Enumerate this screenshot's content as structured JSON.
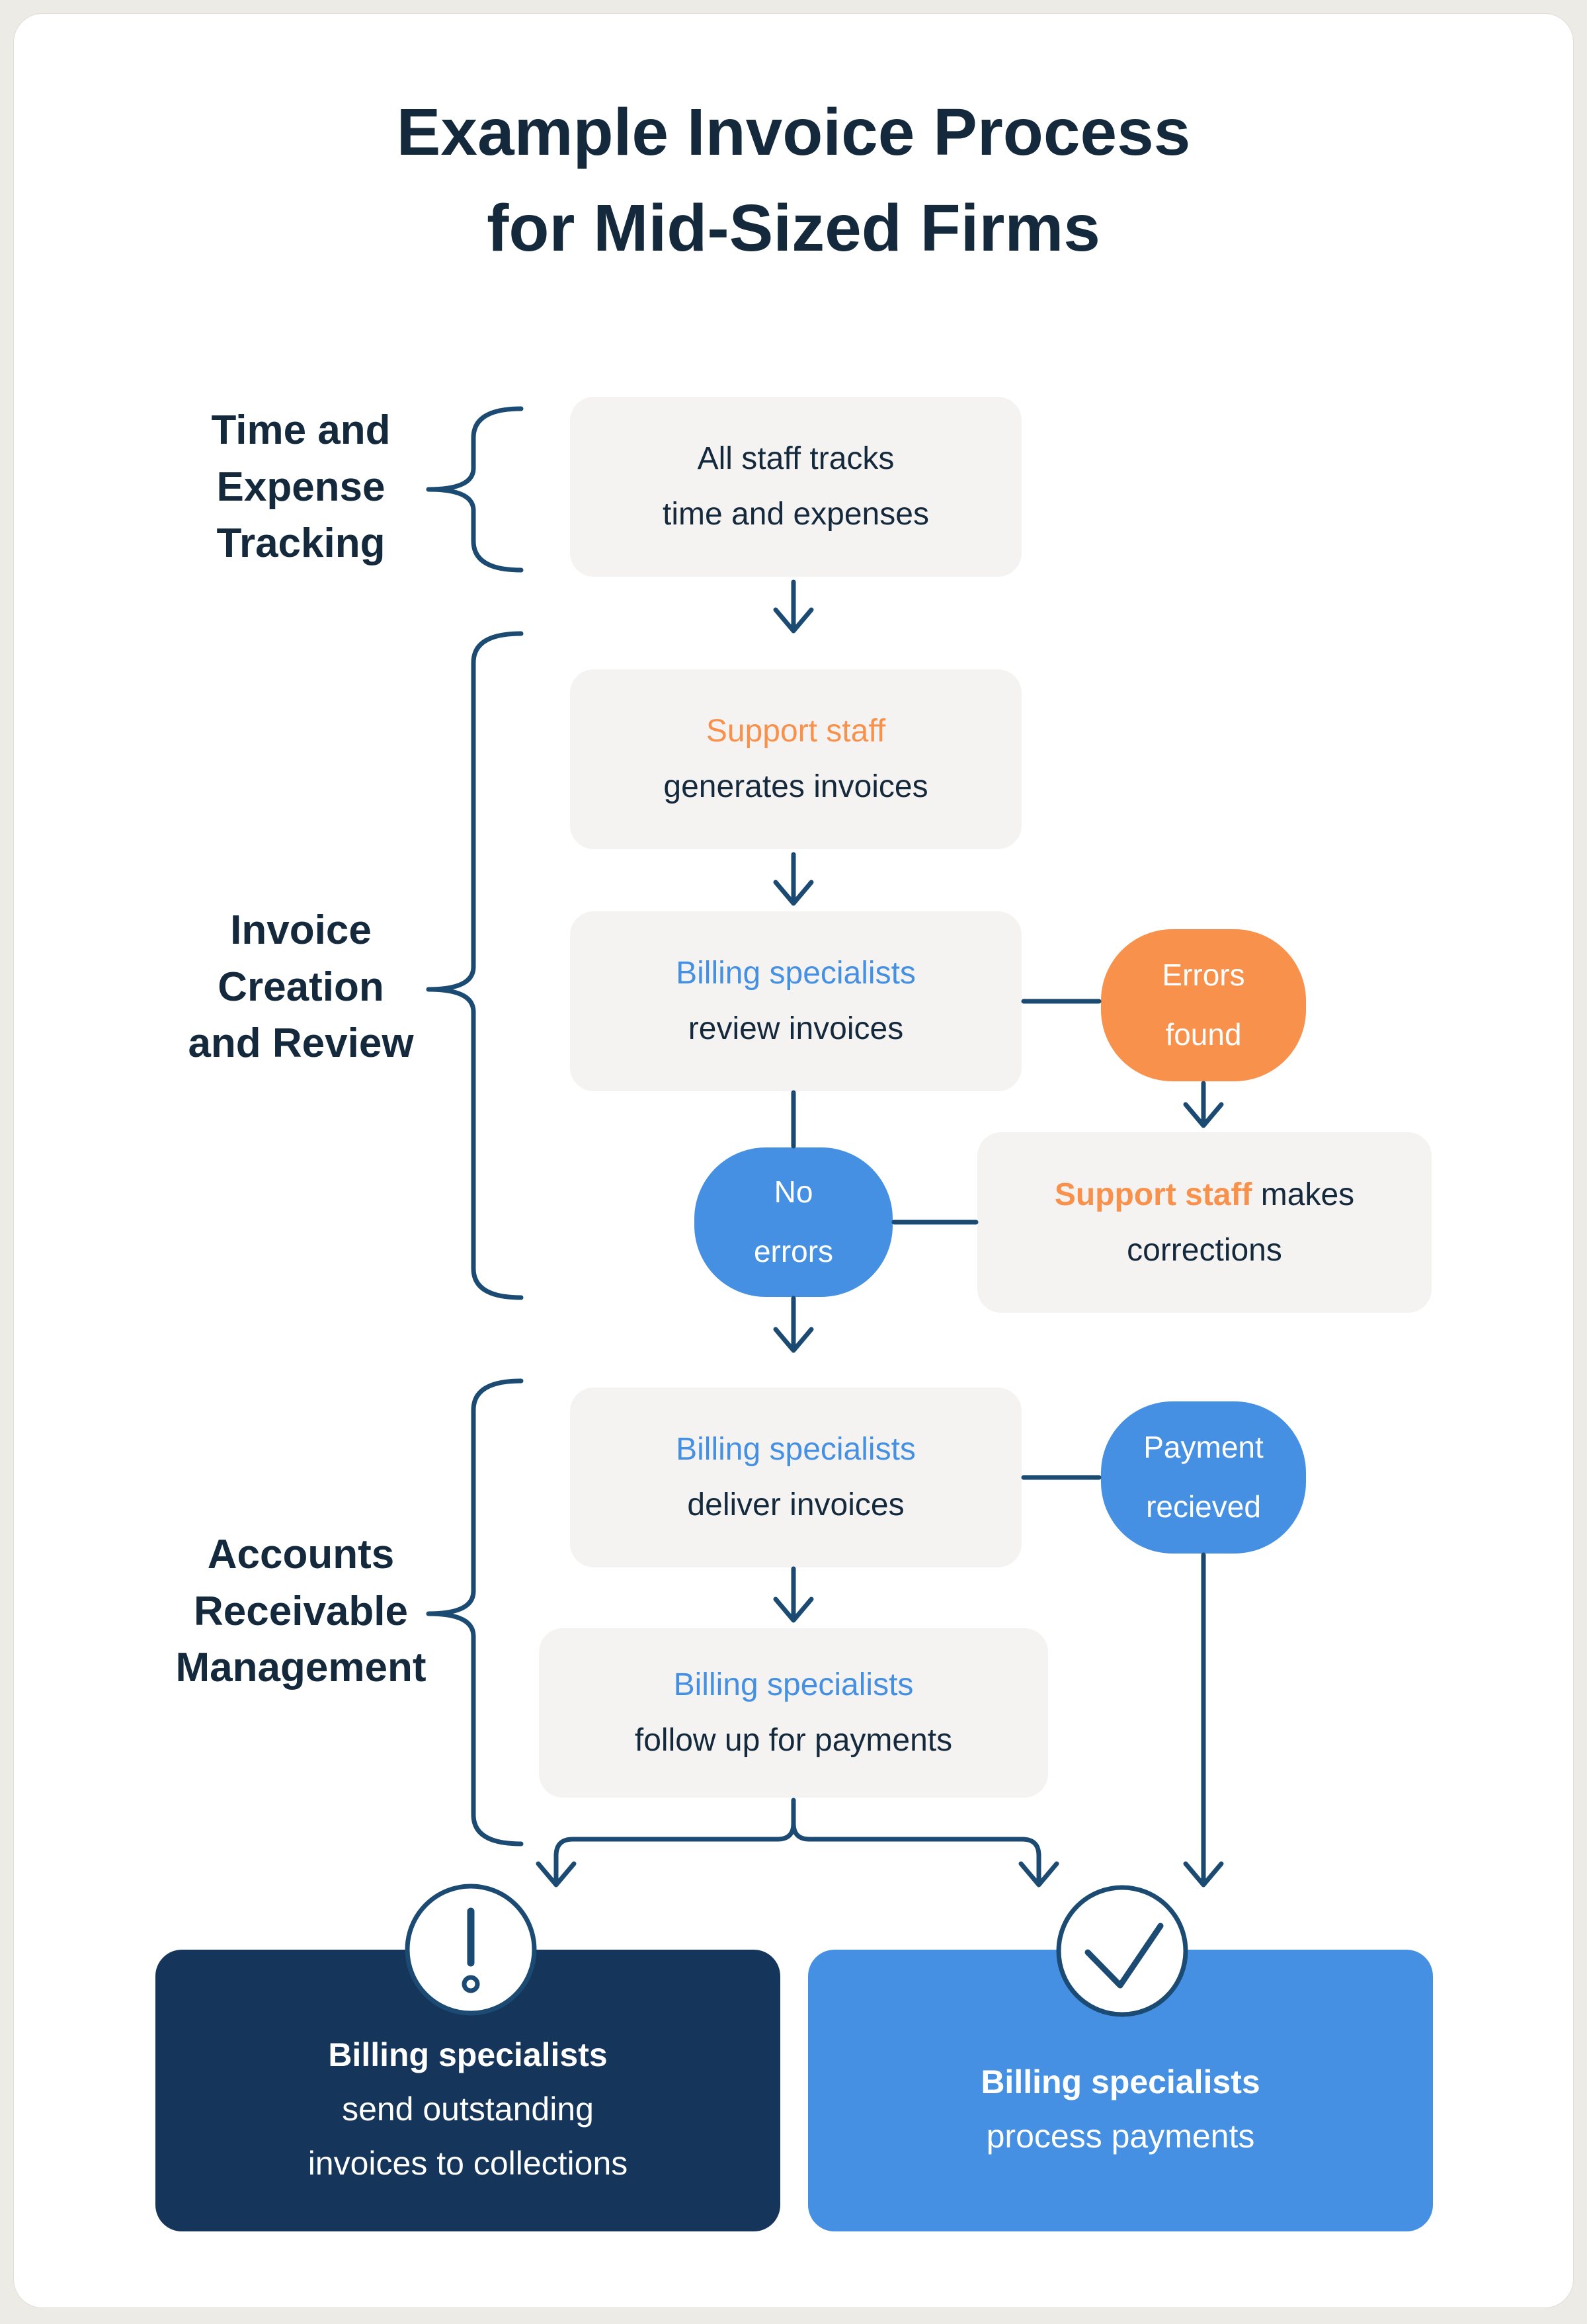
{
  "title": {
    "line1": "Example Invoice Process",
    "line2": "for Mid-Sized Firms"
  },
  "colors": {
    "navy_text": "#15293D",
    "connector": "#1B4A73",
    "orange": "#F8914C",
    "blue": "#4590E2",
    "light_box_bg": "#F4F3F1",
    "dark_box_bg": "#16355B",
    "page_bg": "#EDEBE6",
    "card_bg": "#FFFFFF"
  },
  "sections": {
    "tracking": {
      "line1": "Time and",
      "line2": "Expense",
      "line3": "Tracking"
    },
    "creation": {
      "line1": "Invoice",
      "line2": "Creation",
      "line3": "and Review"
    },
    "receivable": {
      "line1": "Accounts",
      "line2": "Receivable",
      "line3": "Management"
    }
  },
  "nodes": {
    "track_time": {
      "line1": "All staff tracks",
      "line2": "time and expenses"
    },
    "generate_invoices": {
      "actor": "Support staff",
      "action": "generates invoices"
    },
    "review_invoices": {
      "actor": "Billing specialists",
      "action": "review invoices"
    },
    "errors_found": {
      "line1": "Errors",
      "line2": "found"
    },
    "make_corrections": {
      "actor": "Support staff",
      "rest_line1": " makes",
      "line2": "corrections"
    },
    "no_errors": {
      "line1": "No",
      "line2": "errors"
    },
    "deliver_invoices": {
      "actor": "Billing specialists",
      "action": "deliver invoices"
    },
    "payment_received": {
      "line1": "Payment",
      "line2": "recieved"
    },
    "follow_up": {
      "actor": "Billing specialists",
      "action": "follow up for payments"
    },
    "send_collections": {
      "actor": "Billing specialists",
      "line2": "send outstanding",
      "line3": "invoices to collections"
    },
    "process_payments": {
      "actor": "Billing specialists",
      "line2": "process payments"
    }
  },
  "icons": {
    "warning": "exclamation-circle-icon",
    "success": "check-circle-icon"
  }
}
